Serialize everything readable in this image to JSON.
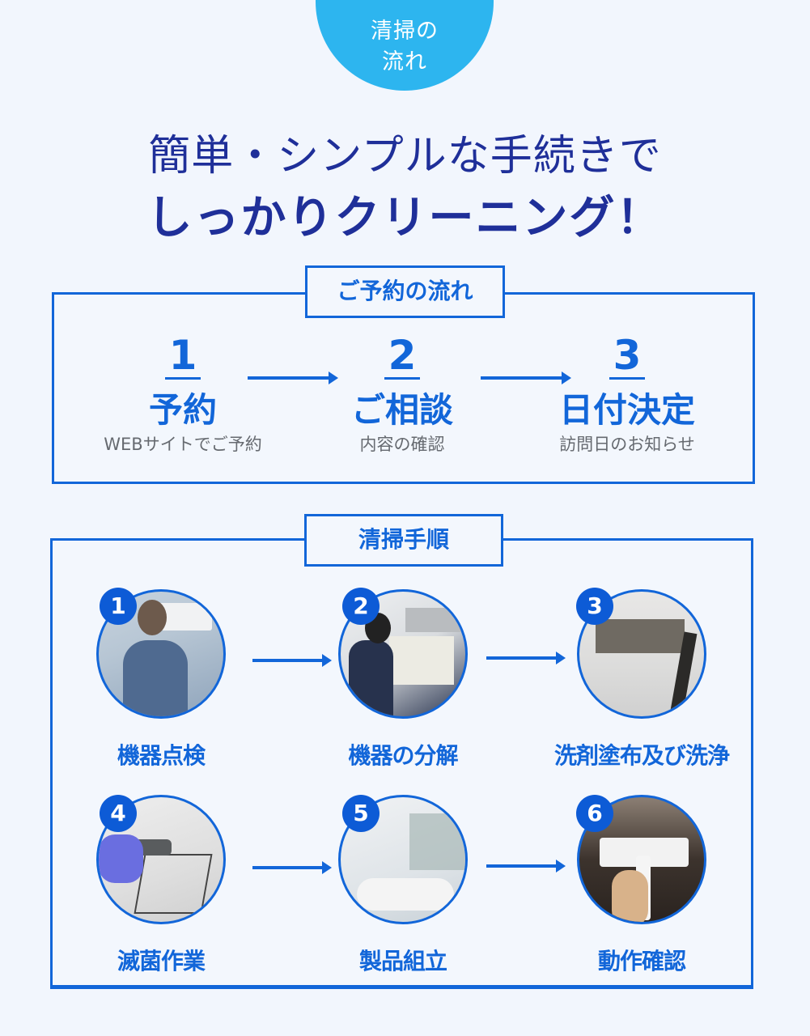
{
  "tab": {
    "line1": "清掃の",
    "line2": "流れ"
  },
  "headline": {
    "line1": "簡単・シンプルな手続きで",
    "line2": "しっかりクリーニング！"
  },
  "reservation": {
    "title": "ご予約の流れ",
    "steps": [
      {
        "number": "1",
        "title": "予約",
        "desc": "WEBサイトでご予約"
      },
      {
        "number": "2",
        "title": "ご相談",
        "desc": "内容の確認"
      },
      {
        "number": "3",
        "title": "日付決定",
        "desc": "訪問日のお知らせ"
      }
    ]
  },
  "cleaning": {
    "title": "清掃手順",
    "steps": [
      {
        "number": "1",
        "label": "機器点検",
        "image": "technician-inspecting-ac-photo"
      },
      {
        "number": "2",
        "label": "機器の分解",
        "image": "technician-removing-ac-cover-photo"
      },
      {
        "number": "3",
        "label": "洗剤塗布及び洗浄",
        "image": "ac-unit-opened-photo"
      },
      {
        "number": "4",
        "label": "滅菌作業",
        "image": "gloved-hand-vacuuming-filter-photo"
      },
      {
        "number": "5",
        "label": "製品組立",
        "image": "gloved-hand-reassembling-ac-photo"
      },
      {
        "number": "6",
        "label": "動作確認",
        "image": "remote-control-operating-ac-photo"
      }
    ]
  },
  "colors": {
    "tab_bg": "#2db5ef",
    "headline": "#1f2f99",
    "accent": "#1266d9",
    "badge": "#0d5bd6",
    "desc_gray": "#666a70",
    "page_bg": "#f2f6fd"
  }
}
